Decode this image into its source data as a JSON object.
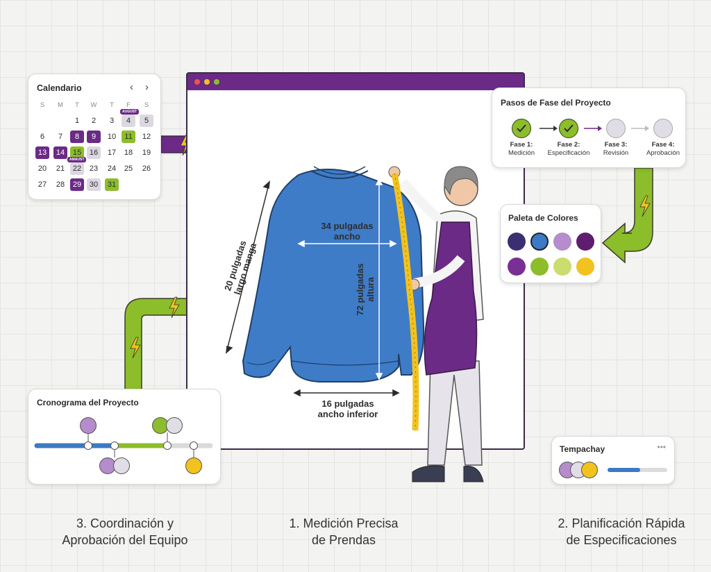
{
  "calendar": {
    "title": "Calendario",
    "weekdays": [
      "S",
      "M",
      "T",
      "W",
      "T",
      "F",
      "S"
    ],
    "rows": [
      [
        "",
        "",
        "1",
        "2",
        "3",
        "4",
        "5"
      ],
      [
        "6",
        "7",
        "8",
        "9",
        "10",
        "11",
        "12"
      ],
      [
        "13",
        "14",
        "15",
        "16",
        "17",
        "18",
        "19"
      ],
      [
        "20",
        "21",
        "22",
        "23",
        "24",
        "25",
        "26"
      ],
      [
        "27",
        "28",
        "29",
        "30",
        "31",
        "",
        ""
      ]
    ],
    "tag_august": "AUGUST",
    "tag_second": "AMAUST"
  },
  "phases": {
    "title": "Pasos de Fase del Proyecto",
    "steps": [
      {
        "name": "Fase 1:",
        "desc": "Medición"
      },
      {
        "name": "Fase 2:",
        "desc": "Especificación"
      },
      {
        "name": "Fase 3:",
        "desc": "Revisión"
      },
      {
        "name": "Fase 4:",
        "desc": "Aprobación"
      }
    ]
  },
  "palette": {
    "title": "Paleta de Colores",
    "colors": [
      "#3b2f72",
      "#3b7ac4",
      "#b58ccc",
      "#5e1d6e",
      "#7a2f95",
      "#8cbd2a",
      "#cadd6e",
      "#f2c21f"
    ]
  },
  "measurements": {
    "chest": "34 pulgadas",
    "chest_sub": "ancho",
    "sleeve": "20 pulgadas",
    "sleeve_sub": "largo manga",
    "height": "72 pulgadas",
    "height_sub": "altura",
    "bottom": "16 pulgadas",
    "bottom_sub": "ancho inferior"
  },
  "timeline": {
    "title": "Cronograma del Proyecto"
  },
  "tempachay": {
    "title": "Tempachay",
    "menu": "•••",
    "progress": 0.55
  },
  "captions": {
    "left_1": "3. Coordinación y",
    "left_2": "Aprobación del Equipo",
    "center_1": "1. Medición Precisa",
    "center_2": "de Prendas",
    "right_1": "2. Planificación Rápida",
    "right_2": "de Especificaciones"
  },
  "colors": {
    "purple": "#6b2a86",
    "green": "#8cbd2a",
    "blue": "#3b7ac4",
    "sweater": "#3f7cc8"
  }
}
